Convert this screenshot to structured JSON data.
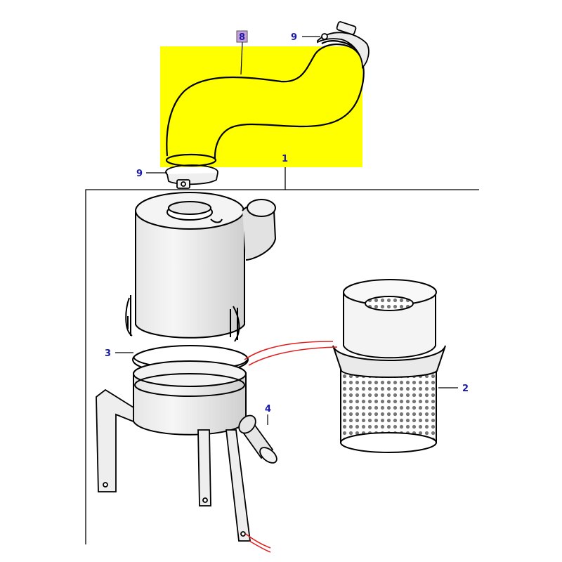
{
  "diagram": {
    "callouts": [
      {
        "id": "hose",
        "label": "8",
        "highlighted": true
      },
      {
        "id": "clamp_top",
        "label": "9"
      },
      {
        "id": "clamp_bottom",
        "label": "9"
      },
      {
        "id": "assembly",
        "label": "1"
      },
      {
        "id": "seal_ring",
        "label": "3"
      },
      {
        "id": "filter_element",
        "label": "2"
      },
      {
        "id": "valve",
        "label": "4"
      }
    ]
  },
  "colors": {
    "highlight": "#ffff00",
    "callout_text": "#1a1aa6",
    "callout_box": "#c9a0dc",
    "reference_line": "#e02020",
    "outline": "#000000",
    "shading": "#dcdcdc"
  }
}
